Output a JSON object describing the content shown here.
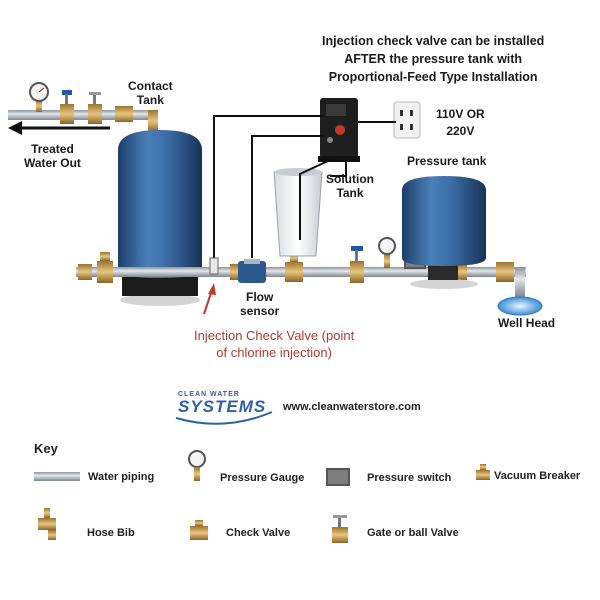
{
  "notes": {
    "injection_note": [
      "Injection check valve can be installed",
      "AFTER the pressure tank with",
      "Proportional-Feed Type Installation"
    ],
    "voltage": [
      "110V OR",
      "220V"
    ]
  },
  "labels": {
    "contact_tank": [
      "Contact",
      "Tank"
    ],
    "treated_water": [
      "Treated",
      "Water Out"
    ],
    "solution_tank": [
      "Solution",
      "Tank"
    ],
    "pressure_tank": "Pressure tank",
    "flow_sensor": [
      "Flow",
      "sensor"
    ],
    "well_head": "Well Head",
    "injection_valve": [
      "Injection Check Valve (point",
      "of chlorine injection)"
    ]
  },
  "brand": {
    "logo_top": "CLEAN WATER",
    "logo_main": "SYSTEMS",
    "url": "www.cleanwaterstore.com"
  },
  "key": {
    "title": "Key",
    "items": [
      "Water piping",
      "Pressure Gauge",
      "Pressure switch",
      "Vacuum Breaker",
      "Hose Bib",
      "Check Valve",
      "Gate or ball Valve"
    ]
  },
  "colors": {
    "tank_blue": "#2f5f96",
    "pipe_gray": "#b9bec4",
    "brass": "#c9a054",
    "arrow_red": "#c0392b",
    "brand_blue": "#2e5fa8"
  }
}
